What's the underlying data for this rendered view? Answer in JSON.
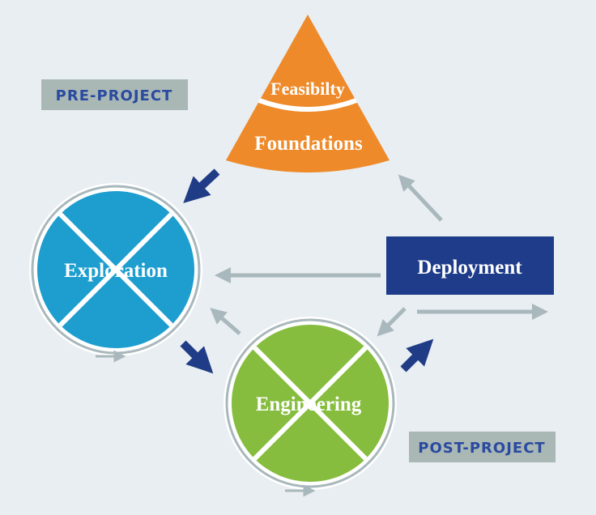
{
  "diagram": {
    "pre_project_label": "PRE-PROJECT",
    "post_project_label": "POST-PROJECT",
    "feasibility_label": "Feasibilty",
    "foundations_label": "Foundations",
    "exploration_label": "Exploration",
    "engineering_label": "Engineering",
    "deployment_label": "Deployment"
  },
  "colors": {
    "background": "#e9eef2",
    "orange": "#ee8a2a",
    "blue_circle": "#1e9ecf",
    "green_circle": "#86bd3f",
    "deployment": "#1f3c8a",
    "dark_arrow": "#203c86",
    "gray_arrow": "#a9b8bc",
    "label_box": "#a9b7b5",
    "label_text": "#2a4aa0"
  }
}
